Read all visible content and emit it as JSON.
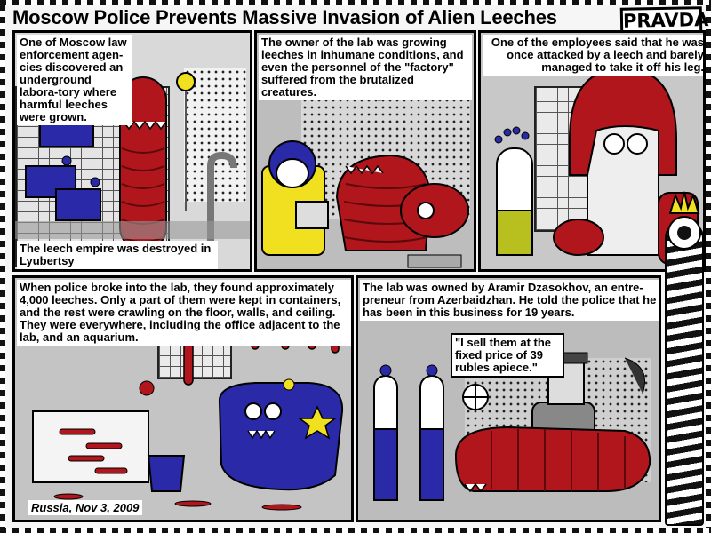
{
  "title": "Moscow Police Prevents Massive Invasion of Alien Leeches",
  "logo": "PRAVDA",
  "panels": {
    "p1": {
      "caption_top": "One of Moscow law enforcement agen-cies discovered an underground labora-tory where harmful leeches were grown.",
      "caption_bottom": "The leech empire was destroyed in Lyubertsy"
    },
    "p2": {
      "caption": "The owner of the lab was growing leeches in inhumane conditions, and even the personnel of the \"factory\" suffered from the brutalized creatures."
    },
    "p3": {
      "caption": "One of the employees said that he was once attacked by a leech and barely managed to take it off his leg."
    },
    "p4": {
      "caption": "When police broke into the lab, they found approximately 4,000 leeches. Only a part of them were kept in containers, and the rest were crawling on the floor, walls, and ceiling. They were everywhere, including the office adjacent to the lab, and an aquarium.",
      "date": "Russia, Nov 3, 2009"
    },
    "p5": {
      "caption": "The lab was owned by Aramir Dzasokhov, an entre-preneur from Azerbaidzhan. He told the police that he has been in this business for 19 years.",
      "quote": "\"I sell them at the fixed price of 39 rubles apiece.\""
    }
  },
  "colors": {
    "leech_red": "#b0161b",
    "container_blue": "#2a2aa8",
    "yellow": "#f0e020",
    "ink": "#000000"
  }
}
